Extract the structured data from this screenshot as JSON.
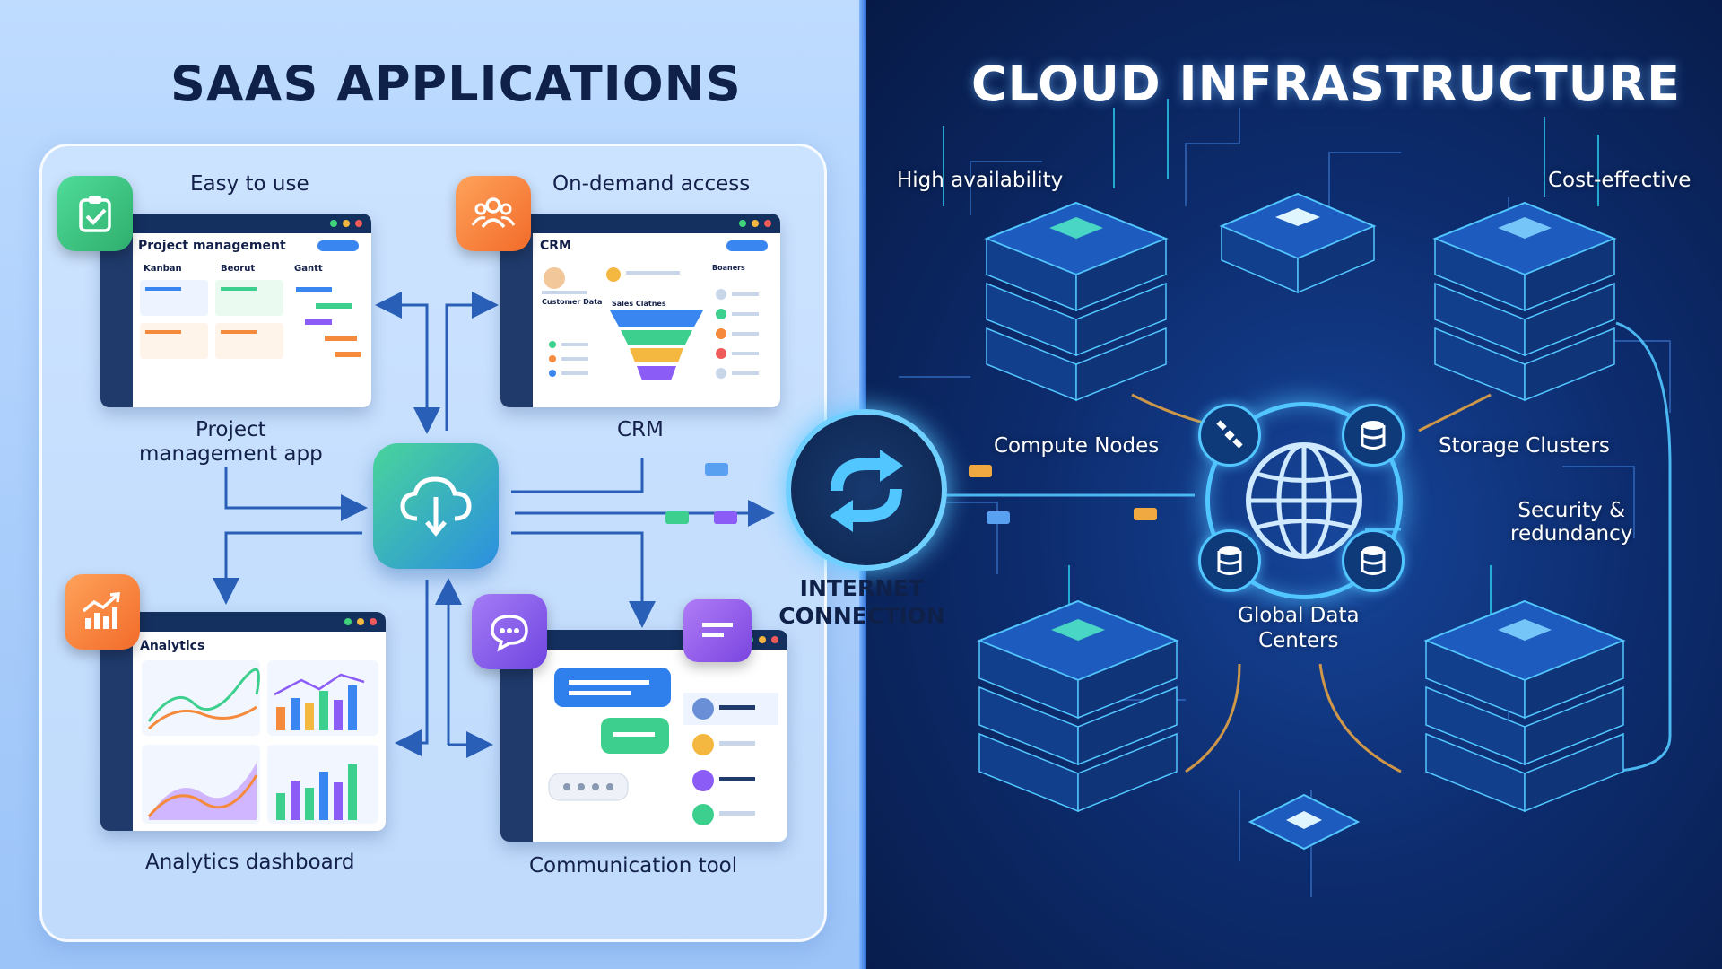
{
  "left": {
    "heading": "SAAS APPLICATIONS",
    "features": {
      "easy": "Easy to use",
      "on_demand": "On-demand access"
    },
    "apps": {
      "project": {
        "caption_line1": "Project",
        "caption_line2": "management app",
        "window_title": "Project management",
        "columns": [
          "Kanban",
          "Beorut",
          "Gantt"
        ]
      },
      "crm": {
        "caption": "CRM",
        "window_title": "CRM",
        "labels": [
          "Customer Data",
          "Sales Clatnes",
          "Boaners"
        ]
      },
      "analytics": {
        "caption": "Analytics dashboard",
        "window_title": "Analytics"
      },
      "communication": {
        "caption": "Communication tool"
      }
    }
  },
  "center": {
    "internet_line1": "INTERNET",
    "internet_line2": "CONNECTION"
  },
  "right": {
    "heading": "CLOUD INFRASTRUCTURE",
    "labels": {
      "high_availability": "High availability",
      "cost_effective": "Cost-effective",
      "compute_nodes": "Compute Nodes",
      "storage_clusters": "Storage Clusters",
      "security_line1": "Security &",
      "security_line2": "redundancy",
      "global_line1": "Global Data",
      "global_line2": "Centers"
    }
  },
  "colors": {
    "left_bg": "#bfdcff",
    "right_bg": "#0d2c6e",
    "accent_cyan": "#52c6ff",
    "heading_dark": "#0f2149",
    "icon_green": "#3ccf8e",
    "icon_orange": "#f58a3c",
    "icon_purple": "#8b5cf6"
  },
  "icons": [
    "clipboard-check-icon",
    "users-icon",
    "chart-up-icon",
    "chat-icon",
    "cloud-download-icon",
    "sync-arrows-icon",
    "globe-icon",
    "database-icon",
    "satellite-icon",
    "server-icon"
  ]
}
